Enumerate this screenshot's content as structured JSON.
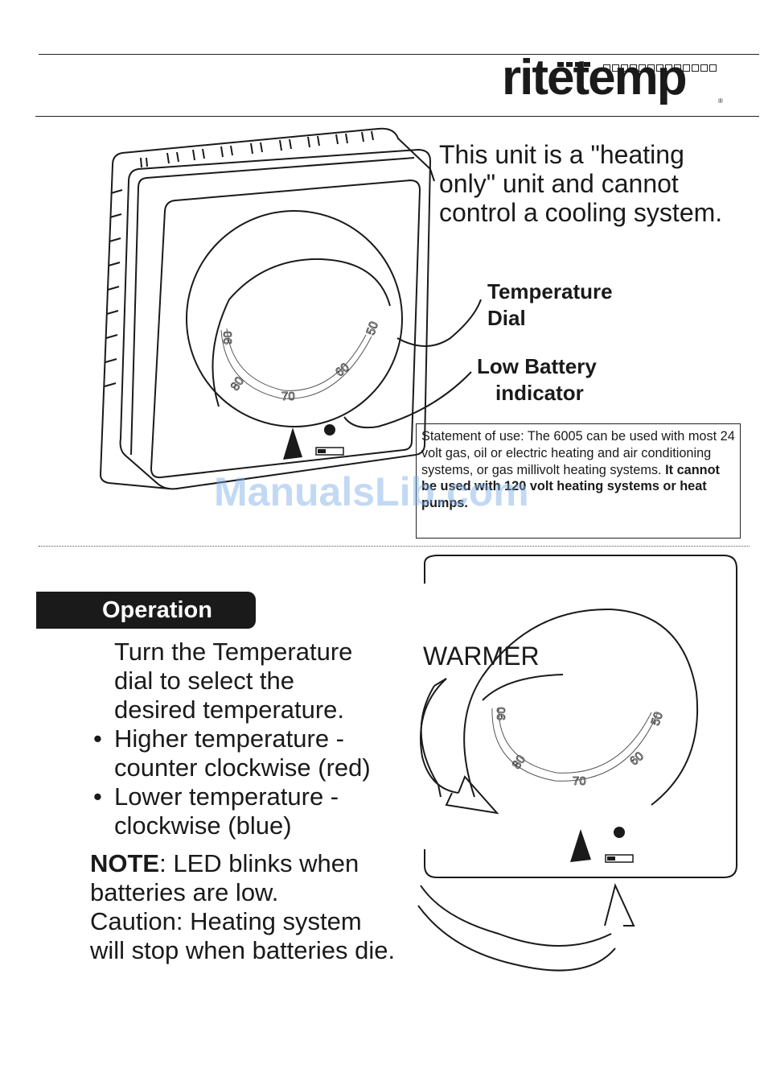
{
  "logo": {
    "text": "ritetemp",
    "registered": "®"
  },
  "intro": {
    "heating_only": "This unit is a \"heating only\" unit and cannot control a cooling system."
  },
  "callouts": {
    "temperature_dial": [
      "Temperature",
      "Dial"
    ],
    "low_battery": [
      "Low Battery",
      "indicator"
    ]
  },
  "dial": {
    "labels": [
      "90",
      "80",
      "70",
      "60",
      "50"
    ]
  },
  "statement": {
    "prefix": "Statement of use:  The  6005 can be used with most 24 volt gas, oil or electric heating and air conditioning systems, or gas millivolt heating systems. ",
    "bold": "It cannot be used with 120 volt heating systems or heat pumps."
  },
  "watermark": "ManualsLib.com",
  "operation": {
    "header": "Operation",
    "intro_lines": [
      "Turn the Temperature",
      "dial to select the",
      "desired temperature."
    ],
    "bullets": [
      [
        "Higher temperature -",
        "counter clockwise (red)"
      ],
      [
        "Lower temperature -",
        "clockwise (blue)"
      ]
    ],
    "bullet_symbol": "•",
    "note_label": "NOTE",
    "note_lines": [
      ": LED blinks when",
      "batteries are low.",
      "Caution:  Heating system",
      "will stop when batteries die."
    ]
  },
  "diagram2": {
    "warmer": "WARMER"
  }
}
